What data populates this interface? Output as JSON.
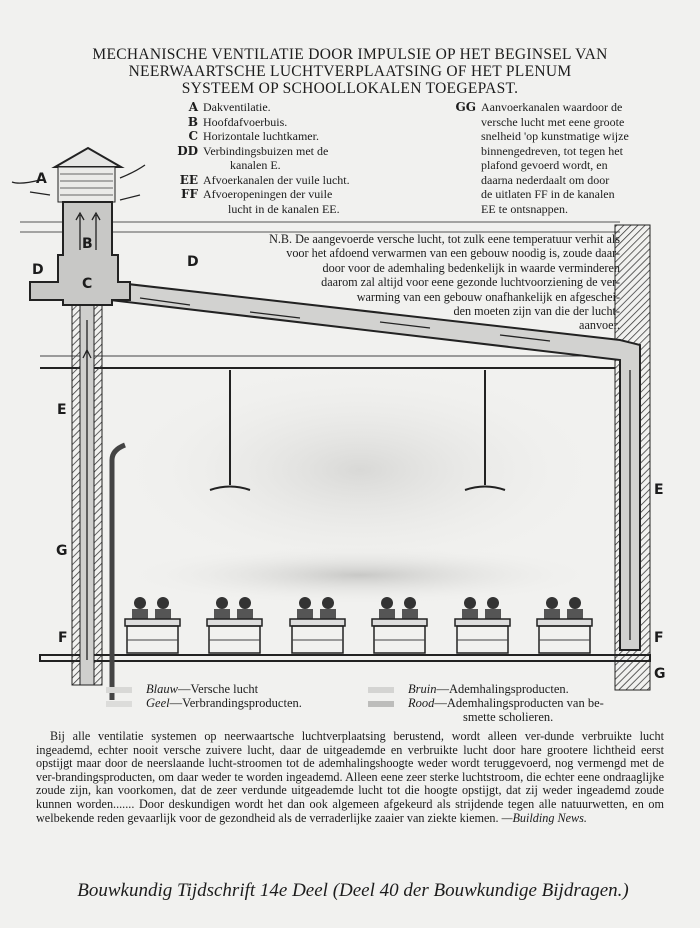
{
  "title": [
    "MECHANISCHE VENTILATIE DOOR IMPULSIE OP HET BEGINSEL VAN",
    "NEERWAARTSCHE LUCHTVERPLAATSING OF HET PLENUM",
    "SYSTEEM OP SCHOOLLOKALEN TOEGEPAST."
  ],
  "legend_left": [
    {
      "key": "A",
      "text": "Dakventilatie."
    },
    {
      "key": "B",
      "text": "Hoofdafvoerbuis."
    },
    {
      "key": "C",
      "text": "Horizontale luchtkamer."
    },
    {
      "key": "DD",
      "text": "Verbindingsbuizen met de",
      "cont": "kanalen E."
    },
    {
      "key": "EE",
      "text": "Afvoerkanalen der vuile lucht."
    },
    {
      "key": "FF",
      "text": "Afvoeropeningen der vuile",
      "cont": "lucht in de kanalen EE."
    }
  ],
  "legend_right": {
    "key": "GG",
    "lines": [
      "Aanvoerkanalen waardoor de",
      "versche lucht met eene groote",
      "snelheid 'op kunstmatige wijze",
      "binnengedreven, tot tegen het",
      "plafond gevoerd wordt, en",
      "daarna nederdaalt om door",
      "de uitlaten FF in de kanalen",
      "EE te ontsnappen."
    ]
  },
  "nb": [
    "N.B. De aangevoerde versche lucht, tot zulk eene temperatuur verhit als",
    "voor het afdoend verwarmen van een gebouw noodig is, zoude daar-",
    "door voor de ademhaling bedenkelijk in waarde verminderen",
    "daarom zal altijd voor eene gezonde luchtvoorziening de ver-",
    "warming van een gebouw onafhankelijk en afgeschei-",
    "den moeten zijn van die der lucht-",
    "aanvoer."
  ],
  "diagram_labels": {
    "a": "A",
    "b": "B",
    "c": "C",
    "d1": "D",
    "d2": "D",
    "e1": "E",
    "e2": "E",
    "g1": "G",
    "g2": "G",
    "f1": "F",
    "f2": "F"
  },
  "color_key": [
    {
      "color": "Blauw",
      "text": "Versche lucht",
      "swatch": "#d8d8d6"
    },
    {
      "color": "Geel",
      "text": "Verbrandingsproducten.",
      "swatch": "#dcdcda"
    },
    {
      "color": "Bruin",
      "text": "Ademhalingsproducten.",
      "swatch": "#d4d4d2"
    },
    {
      "color": "Rood",
      "text": "Ademhalingsproducten van be-",
      "cont": "smette scholieren.",
      "swatch": "#bdbdbb"
    }
  ],
  "body_text": "Bij alle ventilatie systemen op neerwaartsche luchtverplaatsing berustend, wordt alleen ver-dunde verbruikte lucht ingeademd, echter nooit versche zuivere lucht, daar de uitgeademde en verbruikte lucht door hare grootere lichtheid eerst opstijgt maar door de neerslaande lucht-stroomen tot de ademhalingshoogte weder wordt teruggevoerd, nog vermengd met de ver-brandingsproducten, om daar weder te worden ingeademd. Alleen eene zeer sterke luchtstroom, die echter eene ondraaglijke zoude zijn, kan voorkomen, dat de zeer verdunde uitgeademde lucht tot die hoogte opstijgt, dat zij weder ingeademd zoude kunnen worden....... Door deskundigen wordt het dan ook algemeen afgekeurd als strijdende tegen alle natuurwetten, en om welbekende reden gevaarlijk voor de gezondheid als de verraderlijke zaaier van ziekte kiemen.",
  "body_source": "—Building News.",
  "footer": "Bouwkundig Tijdschrift 14e Deel (Deel 40 der Bouwkundige Bijdragen.)"
}
